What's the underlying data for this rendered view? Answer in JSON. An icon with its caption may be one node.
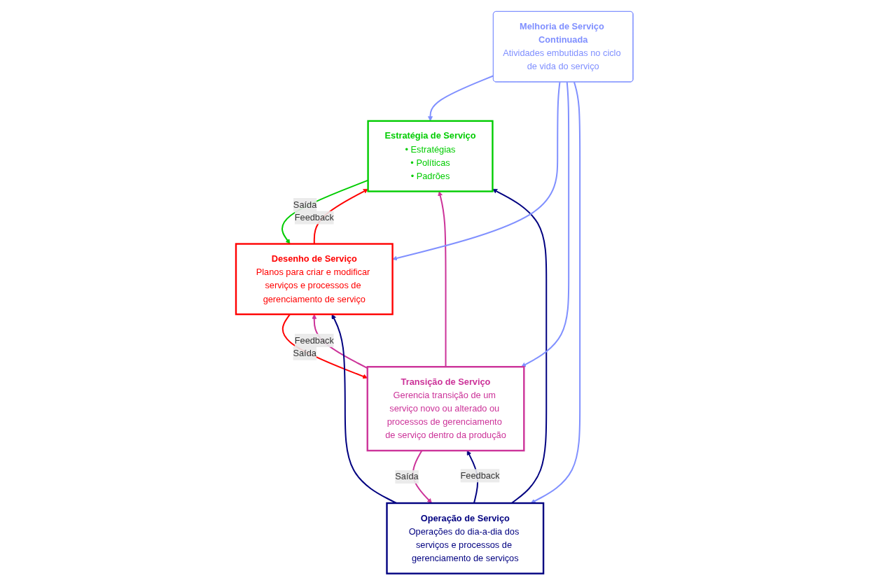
{
  "diagram": {
    "nodes": [
      {
        "text": [
          "Estratégia de Serviço",
          "• Estratégias",
          "• Políticas",
          "• Padrões"
        ]
      },
      {
        "text": [
          "Desenho de Serviço",
          "Planos para criar e modificar serviços e processos de gerenciamento de serviço"
        ]
      },
      {
        "text": [
          "Transição de Serviço",
          "Gerencia transição de um serviço novo ou alterado ou processos de gerenciamento de serviço dentro da produção"
        ]
      },
      {
        "text": [
          "Operação de Serviço",
          "Operações do dia-a-dia dos serviços e processos de gerenciamento de serviços"
        ]
      },
      {
        "text": [
          "Melhoria de Serviço Continuada",
          "Atividades embutidas no ciclo de vida do serviço"
        ]
      }
    ],
    "edges": [
      {
        "from": 0,
        "to": 1,
        "arrow": "to",
        "label": "Saída",
        "color": "#00cc00"
      },
      {
        "from": 1,
        "to": 0,
        "arrow": "to",
        "label": "Feedback",
        "color": "#ff0000"
      },
      {
        "from": 1,
        "to": 2,
        "arrow": "to",
        "label": "Saída",
        "color": "#ff0000"
      },
      {
        "from": 2,
        "to": 1,
        "arrow": "to",
        "label": "Feedback",
        "color": "#cc3399"
      },
      {
        "from": 2,
        "to": 0,
        "arrow": "to",
        "color": "#cc3399"
      },
      {
        "from": 2,
        "to": 3,
        "arrow": "to",
        "label": "Saída",
        "color": "#cc3399"
      },
      {
        "from": 3,
        "to": 2,
        "arrow": "to",
        "label": "Feedback",
        "color": "#000080"
      },
      {
        "from": 3,
        "to": 1,
        "arrow": "to",
        "color": "#000080"
      },
      {
        "from": 3,
        "to": 0,
        "arrow": "to",
        "color": "#000080"
      },
      {
        "from": 4,
        "to": 0,
        "arrow": "to",
        "color": "#8090ff"
      },
      {
        "from": 4,
        "to": 1,
        "arrow": "to",
        "color": "#8090ff"
      },
      {
        "from": 4,
        "to": 2,
        "arrow": "to",
        "color": "#8090ff"
      },
      {
        "from": 4,
        "to": 3,
        "arrow": "to",
        "color": "#8090ff"
      }
    ]
  }
}
